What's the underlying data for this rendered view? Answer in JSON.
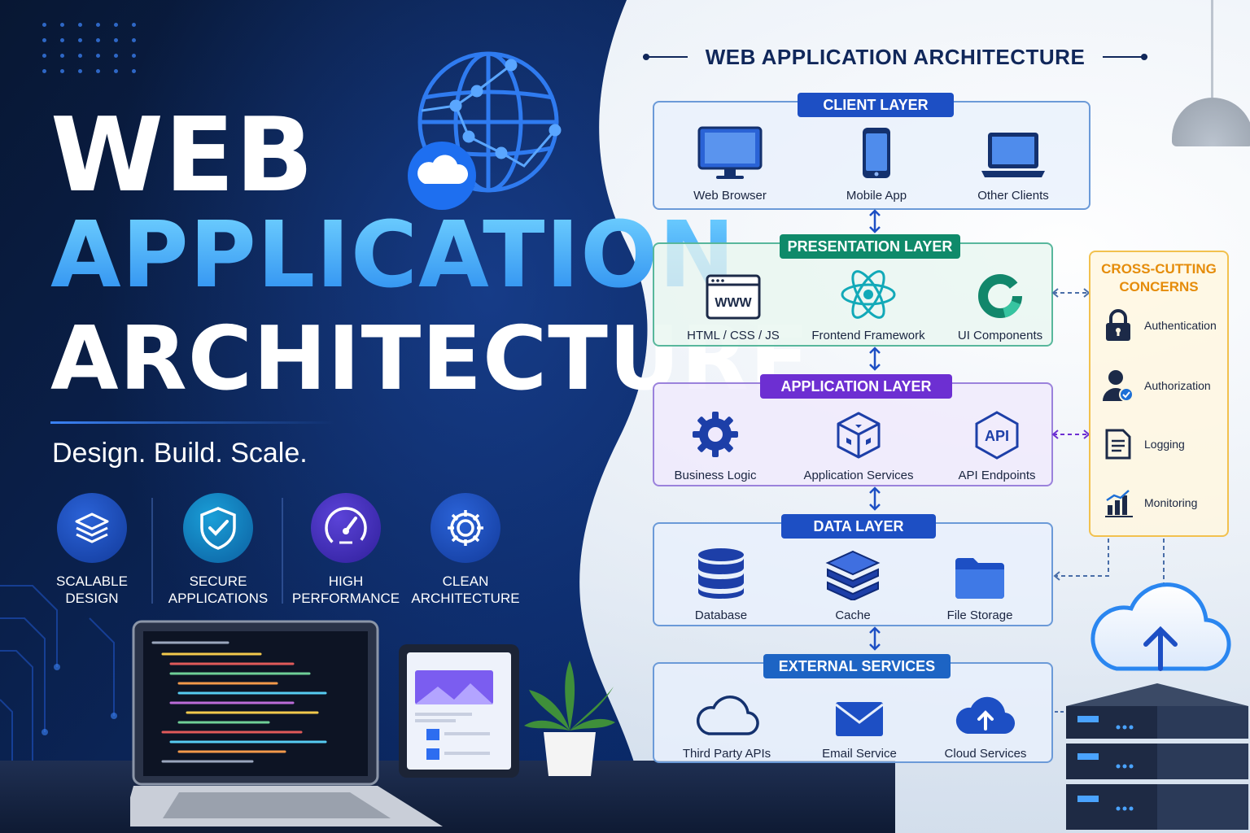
{
  "hero": {
    "line1": "WEB",
    "line2": "APPLICATION",
    "line3": "ARCHITECTURE",
    "tagline": "Design. Build. Scale."
  },
  "features": [
    {
      "label": "SCALABLE\nDESIGN",
      "icon": "layers-icon"
    },
    {
      "label": "SECURE\nAPPLICATIONS",
      "icon": "shield-check-icon"
    },
    {
      "label": "HIGH\nPERFORMANCE",
      "icon": "speedometer-icon"
    },
    {
      "label": "CLEAN\nARCHITECTURE",
      "icon": "gear-icon"
    }
  ],
  "diagram": {
    "title": "WEB APPLICATION ARCHITECTURE",
    "layers": {
      "client": {
        "tag": "CLIENT LAYER",
        "color": "#1d4fc4",
        "items": [
          {
            "label": "Web Browser",
            "icon": "monitor-icon"
          },
          {
            "label": "Mobile App",
            "icon": "smartphone-icon"
          },
          {
            "label": "Other Clients",
            "icon": "laptop-icon"
          }
        ]
      },
      "presentation": {
        "tag": "PRESENTATION LAYER",
        "color": "#0f8a6a",
        "items": [
          {
            "label": "HTML / CSS / JS",
            "icon": "www-window-icon"
          },
          {
            "label": "Frontend Framework",
            "icon": "react-atom-icon"
          },
          {
            "label": "UI Components",
            "icon": "donut-icon"
          }
        ]
      },
      "application": {
        "tag": "APPLICATION LAYER",
        "color": "#6d2fd2",
        "items": [
          {
            "label": "Business Logic",
            "icon": "gear-icon"
          },
          {
            "label": "Application Services",
            "icon": "cube-icon"
          },
          {
            "label": "API Endpoints",
            "icon": "api-hexagon-icon",
            "badge": "API"
          }
        ]
      },
      "data": {
        "tag": "DATA LAYER",
        "color": "#1d4fc4",
        "items": [
          {
            "label": "Database",
            "icon": "database-icon"
          },
          {
            "label": "Cache",
            "icon": "stacked-layers-icon"
          },
          {
            "label": "File Storage",
            "icon": "folder-icon"
          }
        ]
      },
      "external": {
        "tag": "EXTERNAL SERVICES",
        "color": "#1d64c4",
        "items": [
          {
            "label": "Third Party APIs",
            "icon": "cloud-outline-icon"
          },
          {
            "label": "Email Service",
            "icon": "envelope-icon"
          },
          {
            "label": "Cloud Services",
            "icon": "cloud-upload-icon"
          }
        ]
      }
    },
    "cross_cutting": {
      "title": "CROSS-CUTTING\nCONCERNS",
      "items": [
        {
          "label": "Authentication",
          "icon": "padlock-icon"
        },
        {
          "label": "Authorization",
          "icon": "user-check-icon"
        },
        {
          "label": "Logging",
          "icon": "document-icon"
        },
        {
          "label": "Monitoring",
          "icon": "bar-chart-icon"
        }
      ]
    }
  }
}
